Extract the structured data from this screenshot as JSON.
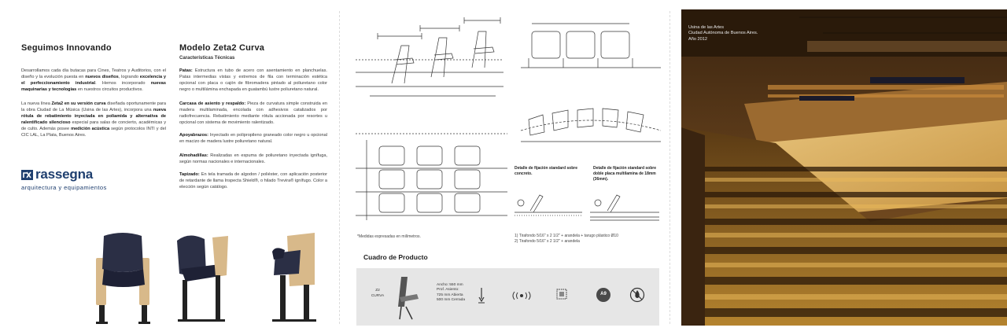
{
  "left": {
    "heading": "Seguimos Innovando",
    "p1": {
      "a": "Desarrollamos cada día butacas para Cines, Teatros y Auditorios, con el diseño y la evolución puesta en ",
      "b": "nuevos diseños",
      "c": ", logrando ",
      "d": "excelencia y el perfeccionamiento industrial",
      "e": ". Hemos incorporado ",
      "f": "nuevas maquinarias y tecnologías",
      "g": " en nuestros circuitos productivos."
    },
    "p2": {
      "a": "La nueva línea ",
      "b": "Zeta2 en su versión curva",
      "c": " diseñada oportunamente para la obra Ciudad de La Música (Usina de las Artes), incorpora una ",
      "d": "nueva rótula de rebatimiento inyectada en poliamida y alternativa de ralentificado silencioso",
      "e": " especial para salas de concierto, académicas y de culto. Además posee ",
      "f": "medición acústica",
      "g": " según protocolos INTI y del CIC LAL, La Plata, Buenos Aires."
    },
    "logo": {
      "name": "rassegna",
      "tagline": "arquitectura y equipamientos"
    }
  },
  "model": {
    "title": "Modelo Zeta2 Curva",
    "subtitle": "Características Técnicas",
    "specs": [
      {
        "key": "Patas:",
        "text": " Estructura en tubo de acero con asentamiento en planchuelas. Patas intermedias vistas y extremos de fila con terminación estética opcional con placa o cajón de fibromadera pintado al poliuretano color negro o multilámina enchapada en guatambú lustre poliuretano natural."
      },
      {
        "key": "Carcasa de asiento y respaldo:",
        "text": " Pieza de curvatura simple construida en madera multilaminada, encolada con adhesivos catalizados por radiofrecuencia. Rebatimiento mediante rótula accionada por resortes u opcional con sistema de movimiento ralentizado."
      },
      {
        "key": "Apoyabrazos:",
        "text": " Inyectado en polipropileno graneado color negro u opcional en macizo de madera lustre poliuretano natural."
      },
      {
        "key": "Almohadillas:",
        "text": " Realizadas en espuma de poliuretano inyectada ignífuga, según normas nacionales e internacionales."
      },
      {
        "key": "Tapizado:",
        "text": " En tela tramada de algodon / poliéster, con aplicación posterior de retardante de llama Inspecta Shield®, o hilado Trevira® ignífugo. Color a elección según catálogo."
      }
    ]
  },
  "drawings": {
    "measures_note": "*Medidas expresadas en milímetros.",
    "fix1": "Detalle de fijación standard sobre concreto.",
    "fix2": "Detalle de fijación standard sobre doble placa multilamina de 18mm (36mm).",
    "fix_notes": [
      "1) Tirafondo 5/16\" x 2 1/2\" + arandela + tarugo plástico Ø10",
      "2) Tirafondo 5/16\" x 2 1/2\" + arandela"
    ]
  },
  "product": {
    "title": "Cuadro de Producto",
    "model_code": "Z2",
    "model_label": "CURVA",
    "dims": [
      "Ancho: 550 mm",
      "Prof. Asiento:",
      "725 mm Abierta",
      "500 mm Cerrada"
    ],
    "badge": "A9"
  },
  "photo": {
    "caption": [
      "Usina de las Artes",
      "Ciudad Autónoma de Buenos Aires.",
      "Año 2012"
    ]
  }
}
